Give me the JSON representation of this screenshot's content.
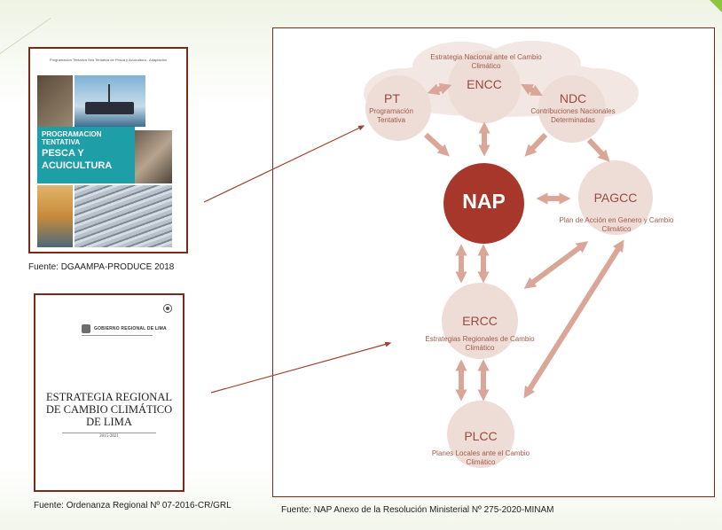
{
  "cover1": {
    "header": "Programación Tentativa Sea Tentativa de Pesca y Acuicultura - Adaptación",
    "title_line1": "PROGRAMACION",
    "title_line2": "TENTATIVA",
    "title_line3": "PESCA Y",
    "title_line4": "ACUICULTURA",
    "source": "Fuente: DGAAMPA-PRODUCE 2018"
  },
  "cover2": {
    "header": "GOBIERNO REGIONAL DE LIMA",
    "title_line1": "ESTRATEGIA REGIONAL",
    "title_line2": "DE CAMBIO CLIMÁTICO",
    "title_line3": "DE LIMA",
    "years": "2015-2021",
    "source": "Fuente: Ordenanza Regional Nº 07-2016-CR/GRL"
  },
  "diagram": {
    "encc_full": "Estrategia Nacional ante el Cambio Climático",
    "encc_abbr": "ENCC",
    "pt_abbr": "PT",
    "pt_full": "Programación Tentativa",
    "ndc_abbr": "NDC",
    "ndc_full": "Contribuciones Nacionales Determinadas",
    "nap_abbr": "NAP",
    "pagcc_abbr": "PAGCC",
    "pagcc_full": "Plan de Acción en Genero y Cambio Climático",
    "ercc_abbr": "ERCC",
    "ercc_full": "Estrategias Regionales de Cambio Climático",
    "plcc_abbr": "PLCC",
    "plcc_full": "Planes Locales ante el Cambio Climático",
    "source": "Fuente: NAP Anexo de la Resolución Ministerial Nº 275-2020-MINAM"
  },
  "colors": {
    "frame_border": "#7b2a17",
    "node_fill": "#eedcd6",
    "nap_fill": "#a7372a",
    "arrow_fill": "#d9a697",
    "pointer_line": "#a0422f"
  }
}
